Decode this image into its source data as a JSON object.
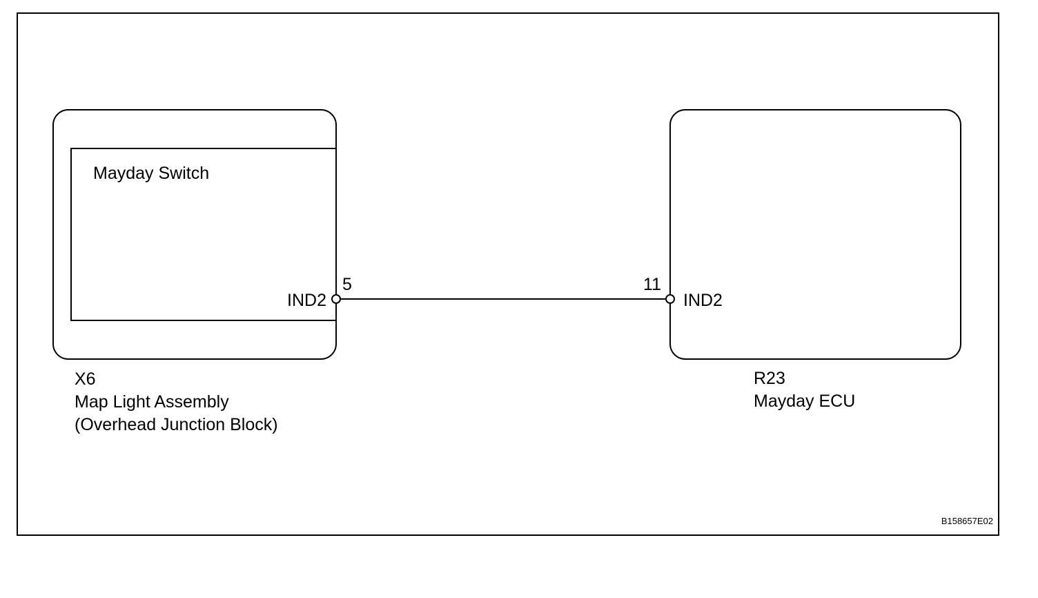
{
  "left_component": {
    "inner_label": "Mayday Switch",
    "pin_name": "IND2",
    "pin_number": "5",
    "code": "X6",
    "name_line1": "Map Light Assembly",
    "name_line2": "(Overhead Junction Block)"
  },
  "right_component": {
    "pin_name": "IND2",
    "pin_number": "11",
    "code": "R23",
    "name": "Mayday ECU"
  },
  "figure_id": "B158657E02"
}
